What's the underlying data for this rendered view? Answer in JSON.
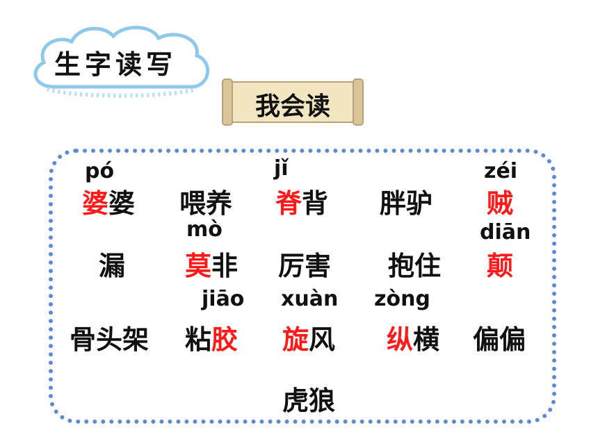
{
  "section_title": "生字读写",
  "banner_title": "我会读",
  "colors": {
    "highlight": "#ff1a1a",
    "frame_border": "#5b8ad6",
    "cloud_outline": "#8ec9ec",
    "scroll_fill": "#f2e6c2",
    "scroll_edge": "#b9a27a"
  },
  "rows": [
    [
      {
        "pinyin": "pó",
        "hl": "婆",
        "rest": "婆"
      },
      {
        "pinyin": "",
        "hl": "",
        "rest": "喂养"
      },
      {
        "pinyin": "jǐ",
        "hl": "脊",
        "rest": "背"
      },
      {
        "pinyin": "",
        "hl": "",
        "rest": "胖驴"
      },
      {
        "pinyin": "zéi",
        "hl": "贼",
        "rest": ""
      }
    ],
    [
      {
        "pinyin": "",
        "hl": "",
        "rest": "漏"
      },
      {
        "pinyin": "mò",
        "hl": "莫",
        "rest": "非"
      },
      {
        "pinyin": "",
        "hl": "",
        "rest": "厉害"
      },
      {
        "pinyin": "",
        "hl": "",
        "rest": "抱住"
      },
      {
        "pinyin": "diān",
        "hl": "颠",
        "rest": ""
      }
    ],
    [
      {
        "pinyin": "",
        "hl": "",
        "rest": "骨头架"
      },
      {
        "pinyin": "jiāo",
        "pre": "粘",
        "hl": "胶",
        "rest": ""
      },
      {
        "pinyin": "xuàn",
        "hl": "旋",
        "rest": "风"
      },
      {
        "pinyin": "zòng",
        "hl": "纵",
        "rest": "横"
      },
      {
        "pinyin": "",
        "hl": "",
        "rest": "偏偏"
      }
    ],
    [
      {
        "pinyin": "",
        "hl": "",
        "rest": "虎狼"
      }
    ]
  ]
}
